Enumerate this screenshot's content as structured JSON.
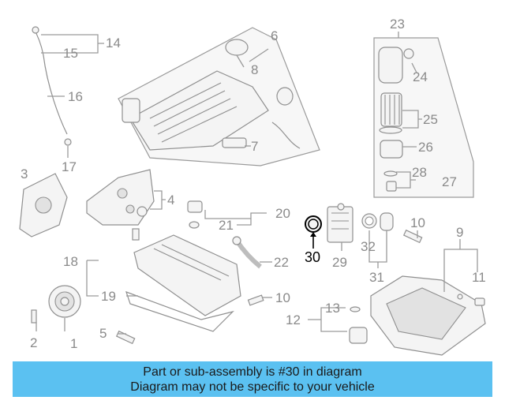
{
  "diagram": {
    "callouts": {
      "c1": "1",
      "c2": "2",
      "c3": "3",
      "c4": "4",
      "c5": "5",
      "c6": "6",
      "c7": "7",
      "c8": "8",
      "c9": "9",
      "c10a": "10",
      "c10b": "10",
      "c11": "11",
      "c12": "12",
      "c13": "13",
      "c14": "14",
      "c15": "15",
      "c16": "16",
      "c17": "17",
      "c18": "18",
      "c19": "19",
      "c20": "20",
      "c21": "21",
      "c22": "22",
      "c23": "23",
      "c24": "24",
      "c25": "25",
      "c26": "26",
      "c27": "27",
      "c28": "28",
      "c29": "29",
      "c30": "30",
      "c31": "31",
      "c32": "32"
    },
    "highlighted_part": "30",
    "colors": {
      "banner": "#5bc1f1",
      "lines": "#9a9a9a",
      "callout_text": "#8a8a8a",
      "highlight": "#000000"
    }
  },
  "banner": {
    "line1": "Part or sub-assembly is #30 in diagram",
    "line2": "Diagram may not be specific to your vehicle"
  }
}
